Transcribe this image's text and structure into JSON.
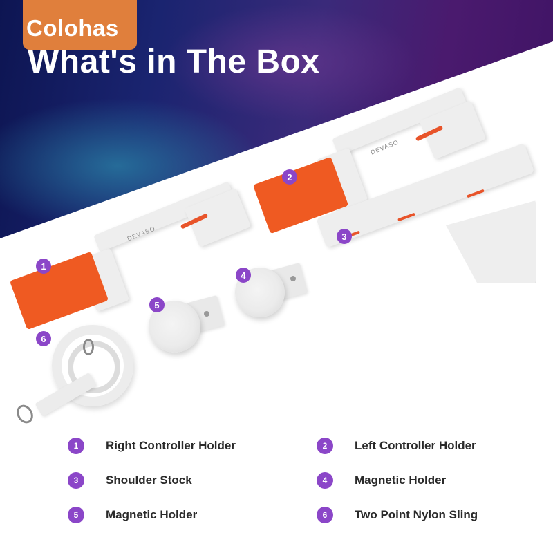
{
  "brand": {
    "label": "Colohas",
    "color": "#e07f3c"
  },
  "header": {
    "title": "What's in The Box"
  },
  "products": {
    "brand_mark": "DEVASO",
    "badges": [
      "1",
      "2",
      "3",
      "4",
      "5",
      "6"
    ]
  },
  "legend": {
    "badge_color": "#8b46c8",
    "items": [
      {
        "num": "1",
        "label": "Right Controller Holder"
      },
      {
        "num": "2",
        "label": "Left Controller Holder"
      },
      {
        "num": "3",
        "label": "Shoulder Stock"
      },
      {
        "num": "4",
        "label": "Magnetic Holder"
      },
      {
        "num": "5",
        "label": "Magnetic Holder"
      },
      {
        "num": "6",
        "label": "Two Point Nylon Sling"
      }
    ]
  }
}
